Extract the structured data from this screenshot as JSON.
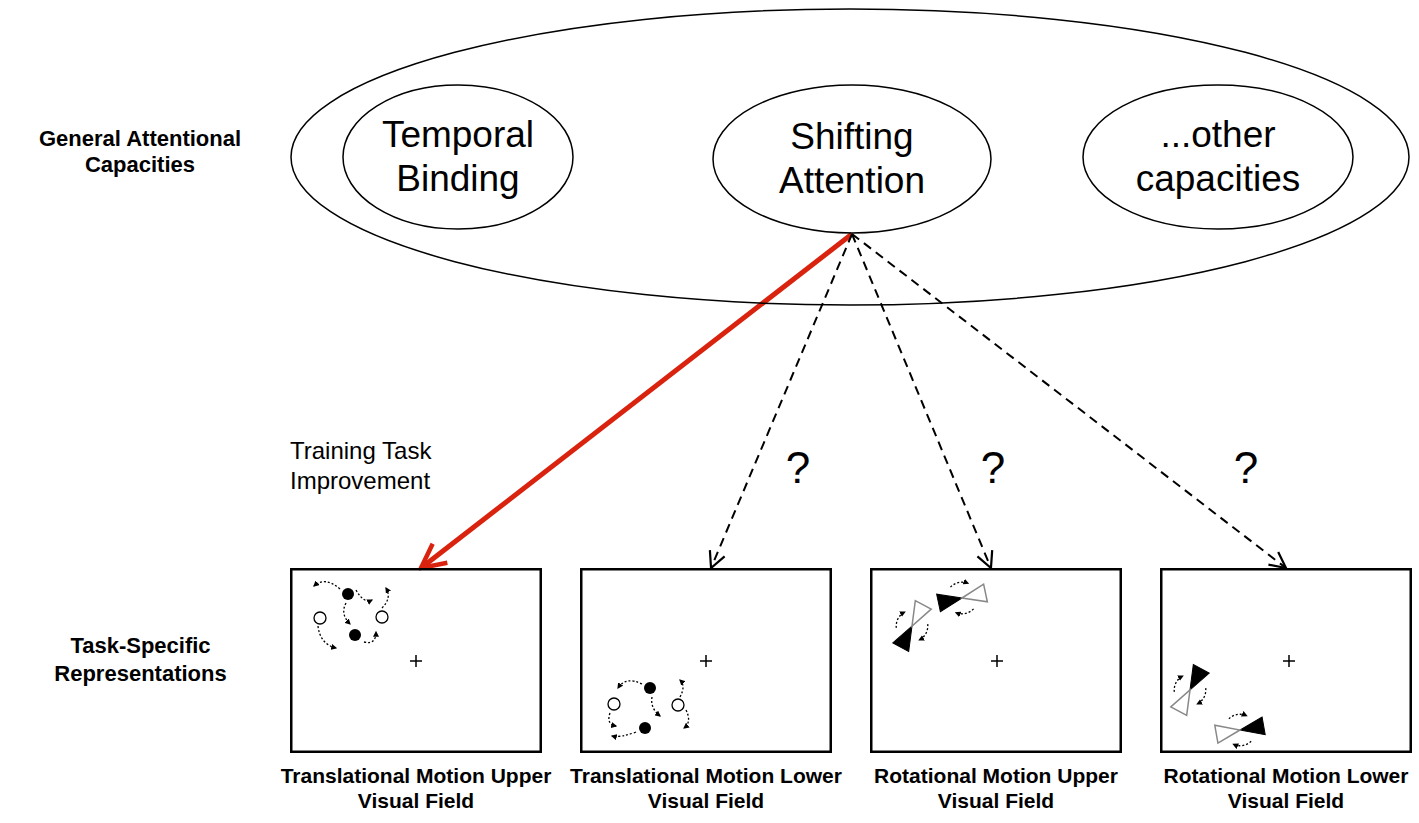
{
  "diagram": {
    "nodes": [
      {
        "text": [
          "General Attentional Capacities"
        ]
      },
      {
        "text": [
          "Temporal Binding"
        ],
        "in": 0
      },
      {
        "text": [
          "Shifting Attention"
        ],
        "in": 0
      },
      {
        "text": [
          "...other capacities"
        ],
        "in": 0
      },
      {
        "text": [
          "Translational Motion Upper Visual Field"
        ]
      },
      {
        "text": [
          "Translational Motion Lower Visual Field"
        ]
      },
      {
        "text": [
          "Rotational Motion Upper Visual Field"
        ]
      },
      {
        "text": [
          "Rotational Motion Lower Visual Field"
        ]
      }
    ],
    "edges": [
      {
        "from": 2,
        "to": 4,
        "label": "Training Task Improvement",
        "arrow": "to"
      },
      {
        "from": 2,
        "to": 5,
        "label": "?",
        "arrow": "to"
      },
      {
        "from": 2,
        "to": 6,
        "label": "?",
        "arrow": "to"
      },
      {
        "from": 2,
        "to": 7,
        "label": "?",
        "arrow": "to"
      }
    ],
    "labels": [
      "Task-Specific Representations"
    ]
  }
}
